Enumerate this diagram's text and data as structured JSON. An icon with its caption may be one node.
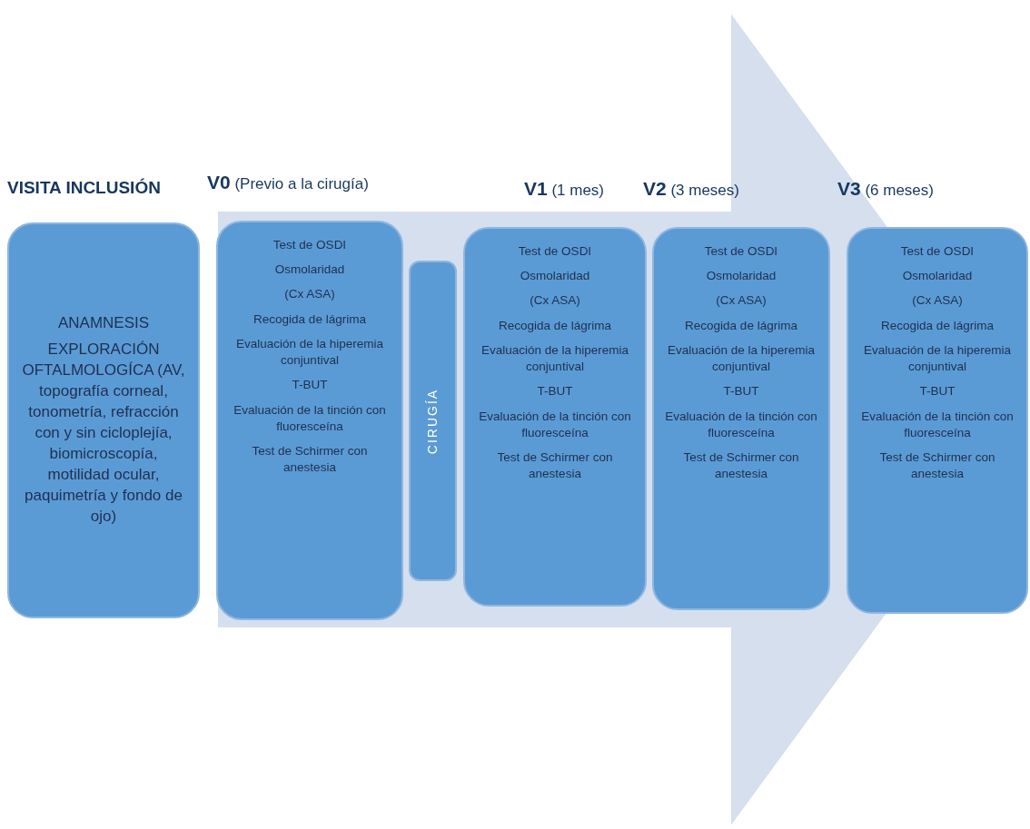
{
  "diagram": {
    "nodes": [
      {
        "text": [
          "VISITA INCLUSIÓN",
          "ANAMNESIS",
          "EXPLORACIÓN OFTALMOLOGÍCA (AV, topografía corneal, tonometría, refracción con y sin cicloplejía, biomicroscopía, motilidad ocular, paquimetría y fondo de ojo)"
        ]
      },
      {
        "text": [
          "**V0** (Previo a la cirugía)",
          "Test de OSDI",
          "Osmolaridad",
          "(Cx ASA)",
          "Recogida de lágrima",
          "Evaluación de la hiperemia conjuntival",
          "T-BUT",
          "Evaluación de la tinción con fluoresceína",
          "Test de Schirmer con anestesia"
        ]
      },
      {
        "text": [
          "CIRUGÍA"
        ]
      },
      {
        "text": [
          "**V1** (1 mes)",
          "Test de OSDI",
          "Osmolaridad",
          "(Cx ASA)",
          "Recogida de lágrima",
          "Evaluación de la hiperemia conjuntival",
          "T-BUT",
          "Evaluación de la tinción con fluoresceína",
          "Test de Schirmer con anestesia"
        ]
      },
      {
        "text": [
          "**V2** (3 meses)",
          "Test de OSDI",
          "Osmolaridad",
          "(Cx ASA)",
          "Recogida de lágrima",
          "Evaluación de la hiperemia conjuntival",
          "T-BUT",
          "Evaluación de la tinción con fluoresceína",
          "Test de Schirmer con anestesia"
        ]
      },
      {
        "text": [
          "**V3** (6 meses)",
          "Test de OSDI",
          "Osmolaridad",
          "(Cx ASA)",
          "Recogida de lágrima",
          "Evaluación de la hiperemia conjuntival",
          "T-BUT",
          "Evaluación de la tinción con fluoresceína",
          "Test de Schirmer con anestesia"
        ]
      }
    ],
    "edges": [
      {
        "from": 1,
        "to": 5,
        "arrow": "to",
        "style": "thick"
      }
    ]
  }
}
